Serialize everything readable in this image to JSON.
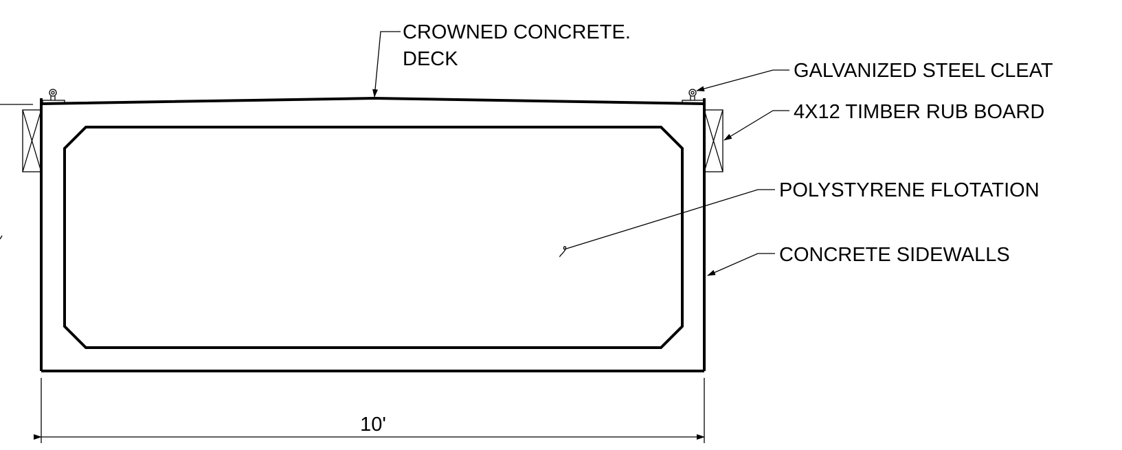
{
  "callouts": {
    "deck_line1": "CROWNED CONCRETE.",
    "deck_line2": "DECK",
    "cleat": "GALVANIZED STEEL CLEAT",
    "rub_board": "4X12 TIMBER  RUB BOARD",
    "flotation": "POLYSTYRENE FLOTATION",
    "sidewalls": "CONCRETE SIDEWALLS"
  },
  "dimension": {
    "width_label": "10'"
  }
}
